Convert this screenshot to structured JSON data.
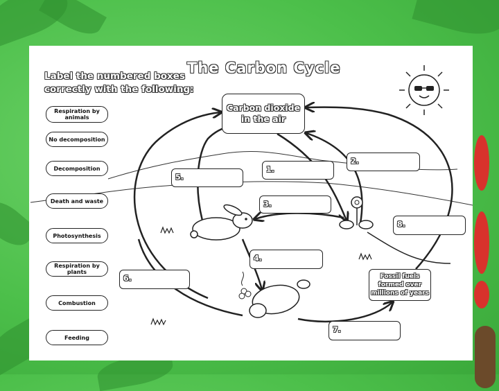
{
  "title": "The Carbon Cycle",
  "instructions": [
    "Label the numbered boxes",
    "correctly with the following:"
  ],
  "options": [
    "Respiration by animals",
    "No decomposition",
    "Decomposition",
    "Death and waste",
    "Photosynthesis",
    "Respiration by plants",
    "Combustion",
    "Feeding"
  ],
  "hubs": {
    "co2": [
      "Carbon dioxide",
      "in the air"
    ],
    "fossil": [
      "Fossil fuels",
      "formed over",
      "millions of years"
    ]
  },
  "boxes": [
    "1.",
    "2.",
    "3.",
    "4.",
    "5.",
    "6.",
    "7.",
    "8."
  ],
  "icons": {
    "sun": "sun-with-sunglasses-icon",
    "rabbit": "rabbit-icon",
    "flower": "flower-icon",
    "dead_rabbit": "dead-rabbit-icon",
    "grass": "grass-tuft-icon"
  },
  "colors": {
    "background": "#4cbf4a",
    "sheet": "#ffffff",
    "ink": "#222222",
    "berry": "#d8322c"
  }
}
